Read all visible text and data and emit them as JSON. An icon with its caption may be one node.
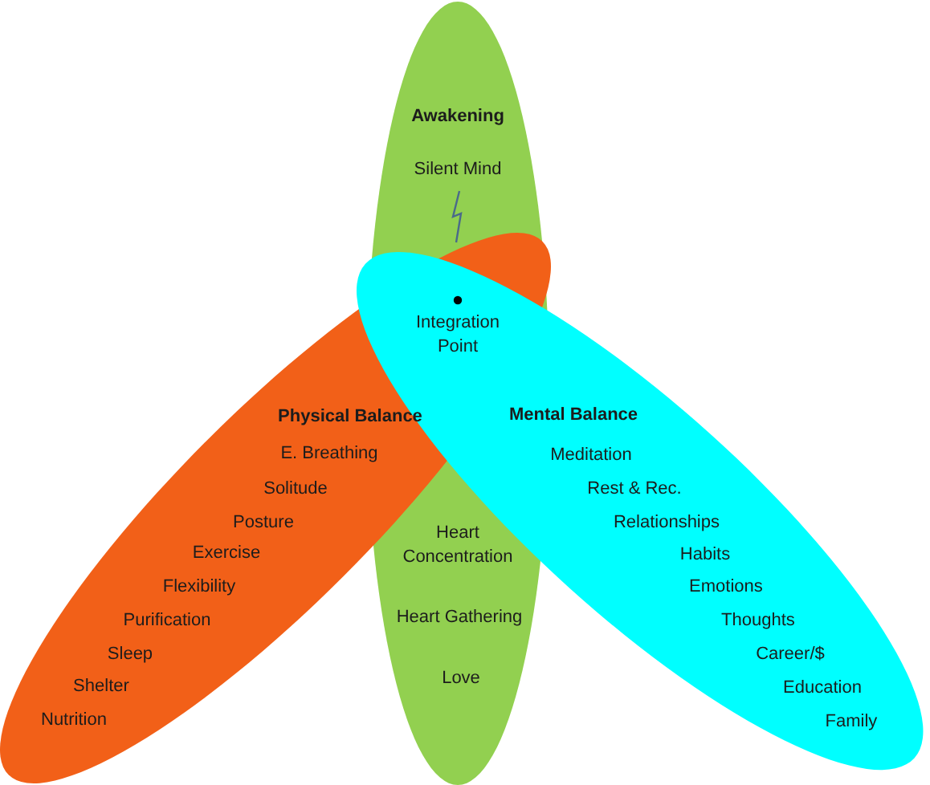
{
  "diagram": {
    "nodes": [
      {
        "text": [
          "Awakening",
          "Silent Mind",
          "Heart Concentration",
          "Heart Gathering",
          "Love"
        ]
      },
      {
        "text": [
          "Physical Balance",
          "E. Breathing",
          "Solitude",
          "Posture",
          "Exercise",
          "Flexibility",
          "Purification",
          "Sleep",
          "Shelter",
          "Nutrition"
        ]
      },
      {
        "text": [
          "Mental Balance",
          "Meditation",
          "Rest & Rec.",
          "Relationships",
          "Habits",
          "Emotions",
          "Thoughts",
          "Career/$",
          "Education",
          "Family"
        ]
      }
    ],
    "edges": [],
    "labels": [
      "Integration Point"
    ]
  }
}
